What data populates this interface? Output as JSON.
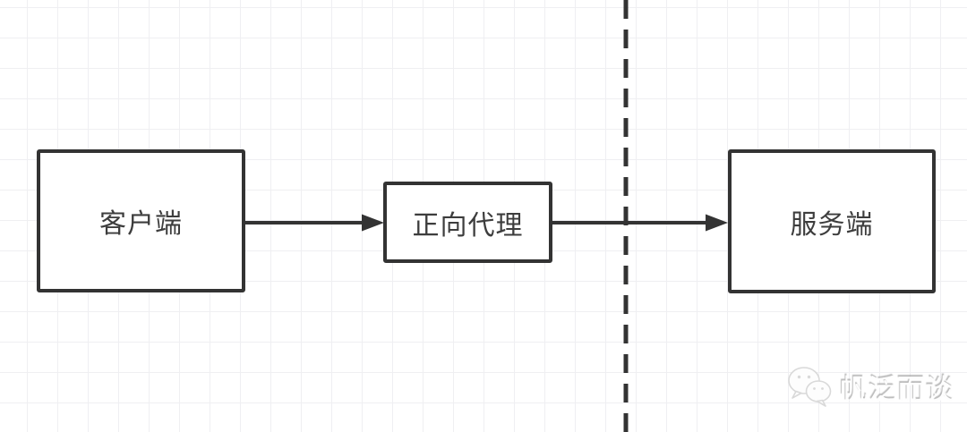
{
  "diagram": {
    "type": "flow",
    "nodes": [
      {
        "id": "client",
        "label": "客户端"
      },
      {
        "id": "forward-proxy",
        "label": "正向代理"
      },
      {
        "id": "server",
        "label": "服务端"
      }
    ],
    "edges": [
      {
        "from": "client",
        "to": "forward-proxy",
        "style": "solid-arrow"
      },
      {
        "from": "forward-proxy",
        "to": "server",
        "style": "solid-arrow"
      }
    ],
    "divider": {
      "style": "dashed-vertical",
      "meaning": "network boundary"
    }
  },
  "watermark": {
    "icon": "wechat-icon",
    "text": "帆泛而谈"
  },
  "colors": {
    "stroke": "#333333",
    "node_text": "#3d3d3d",
    "grid": "#efeff2",
    "background": "#ffffff"
  }
}
